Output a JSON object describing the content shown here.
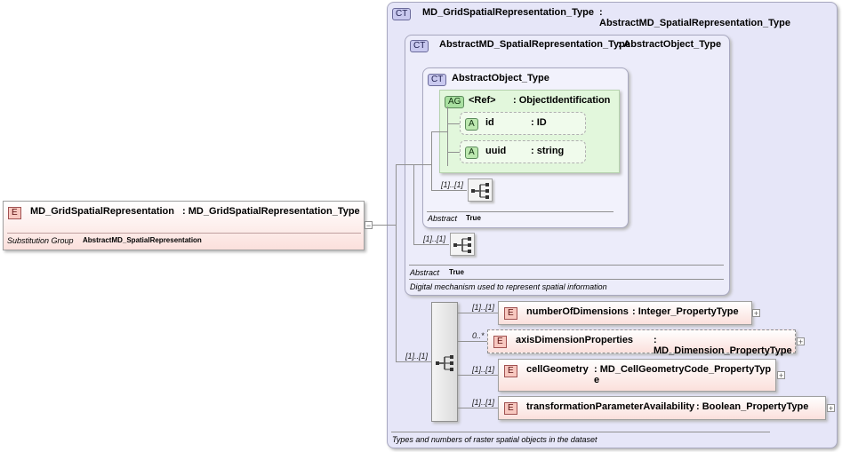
{
  "root": {
    "badge": "E",
    "name": "MD_GridSpatialRepresentation",
    "type": ": MD_GridSpatialRepresentation_Type",
    "subst_label": "Substitution Group",
    "subst_value": "AbstractMD_SpatialRepresentation",
    "collapse": "−"
  },
  "outer_type": {
    "badge": "CT",
    "name": "MD_GridSpatialRepresentation_Type",
    "base": ": AbstractMD_SpatialRepresentation_Type",
    "doc": "Types and numbers of raster spatial objects in the dataset"
  },
  "mid_type": {
    "badge": "CT",
    "name": "AbstractMD_SpatialRepresentation_Type",
    "base": ": AbstractObject_Type",
    "abstract_label": "Abstract",
    "abstract_value": "True",
    "doc": "Digital mechanism used to represent spatial information",
    "seq_mult": "[1]..[1]"
  },
  "inner_type": {
    "badge": "CT",
    "name": "AbstractObject_Type",
    "abstract_label": "Abstract",
    "abstract_value": "True",
    "seq_mult": "[1]..[1]"
  },
  "attr_group": {
    "badge": "AG",
    "name": "<Ref>",
    "type": ": ObjectIdentification",
    "attributes": [
      {
        "badge": "A",
        "name": "id",
        "type": ": ID"
      },
      {
        "badge": "A",
        "name": "uuid",
        "type": ": string"
      }
    ]
  },
  "sequence": {
    "mult": "[1]..[1]",
    "elements": [
      {
        "badge": "E",
        "mult": "[1]..[1]",
        "name": "numberOfDimensions",
        "type": ": Integer_PropertyType",
        "expand": "+"
      },
      {
        "badge": "E",
        "mult": "0..*",
        "name": "axisDimensionProperties",
        "type": ": MD_Dimension_PropertyType",
        "expand": "+"
      },
      {
        "badge": "E",
        "mult": "[1]..[1]",
        "name": "cellGeometry",
        "type": ": MD_CellGeometryCode_PropertyType",
        "expand": "+"
      },
      {
        "badge": "E",
        "mult": "[1]..[1]",
        "name": "transformationParameterAvailability",
        "type": ": Boolean_PropertyType",
        "expand": "+"
      }
    ]
  }
}
